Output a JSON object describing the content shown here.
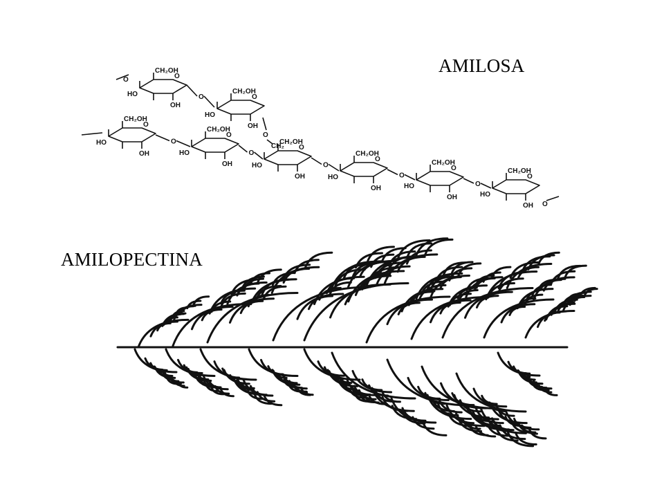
{
  "titles": {
    "amylose": "AMILOSA",
    "amylopectin": "AMILOPECTINA"
  },
  "ring_labels": {
    "hydroxymethyl": "CH₂OH",
    "hydroxyl": "OH",
    "hydroxyl_left": "HO",
    "bridge_oxygen": "O",
    "methylene": "CH₂"
  },
  "colors": {
    "ink": "#111111",
    "background": "#ffffff"
  }
}
